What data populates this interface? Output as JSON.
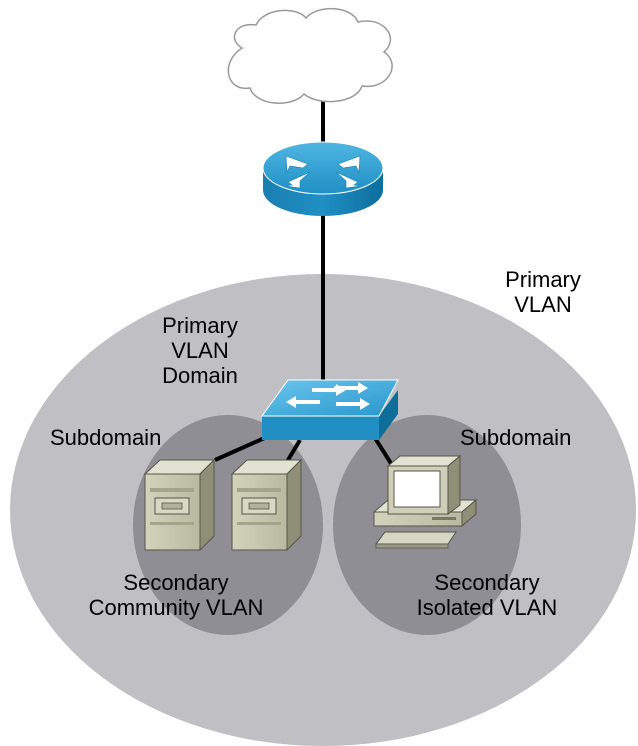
{
  "labels": {
    "primary_vlan": [
      "Primary",
      "VLAN"
    ],
    "primary_vlan_domain": [
      "Primary",
      "VLAN",
      "Domain"
    ],
    "subdomain_left": "Subdomain",
    "subdomain_right": "Subdomain",
    "community_vlan": [
      "Secondary",
      "Community VLAN"
    ],
    "isolated_vlan": [
      "Secondary",
      "Isolated VLAN"
    ]
  },
  "colors": {
    "primary_region": "#c0bfc4",
    "subdomain_region": "#8f8e94",
    "device_blue": "#1f8fc4",
    "server_beige": "#c8c8b0",
    "link": "#000000"
  },
  "icons": {
    "cloud": "cloud-icon",
    "router": "router-icon",
    "switch": "switch-icon",
    "server": "server-icon",
    "workstation": "workstation-icon"
  }
}
